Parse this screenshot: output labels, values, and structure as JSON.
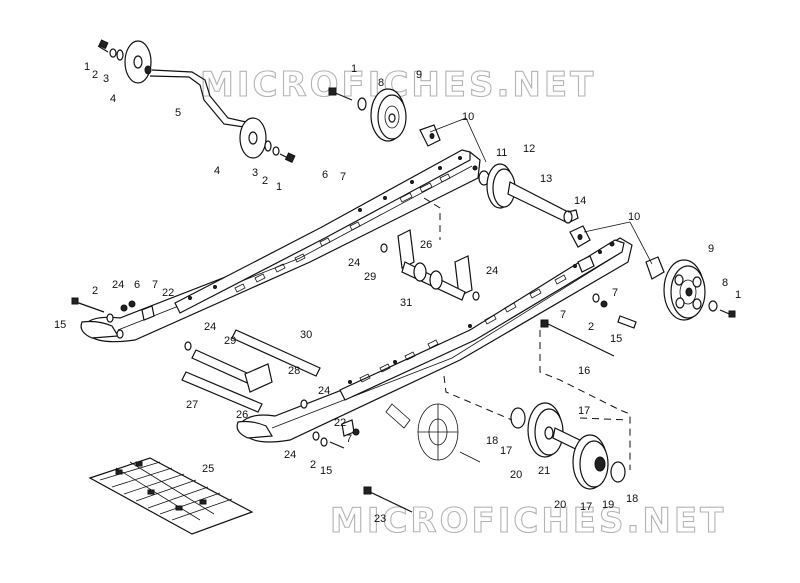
{
  "watermark": {
    "text_top": "MICROFICHES.NET",
    "text_bottom": "MICROFICHES.NET"
  },
  "callouts": {
    "c1a": "1",
    "c2a": "2",
    "c3a": "3",
    "c4a": "4",
    "c5": "5",
    "c4b": "4",
    "c3b": "3",
    "c2b": "2",
    "c1b": "1",
    "c1c": "1",
    "c8a": "8",
    "c9a": "9",
    "c10a": "10",
    "c11": "11",
    "c12": "12",
    "c13": "13",
    "c14": "14",
    "c10b": "10",
    "c9b": "9",
    "c8b": "8",
    "c1d": "1",
    "c6a": "6",
    "c7a": "7",
    "c24a": "24",
    "c29a": "29",
    "c26a": "26",
    "c31": "31",
    "c24b": "24",
    "c2c": "2",
    "c24c": "24",
    "c6b": "6",
    "c7b": "7",
    "c22a": "22",
    "c15a": "15",
    "c24d": "24",
    "c29b": "29",
    "c30": "30",
    "c28": "28",
    "c27": "27",
    "c26b": "26",
    "c24e": "24",
    "c7c": "7",
    "c7d": "7",
    "c2d": "2",
    "c15b": "15",
    "c16": "16",
    "c22b": "22",
    "c7e": "7",
    "c24f": "24",
    "c2e": "2",
    "c15c": "15",
    "c18a": "18",
    "c17a": "17",
    "c17b": "17",
    "c21": "21",
    "c20a": "20",
    "c20b": "20",
    "c17c": "17",
    "c19": "19",
    "c18b": "18",
    "c25": "25",
    "c23": "23"
  }
}
